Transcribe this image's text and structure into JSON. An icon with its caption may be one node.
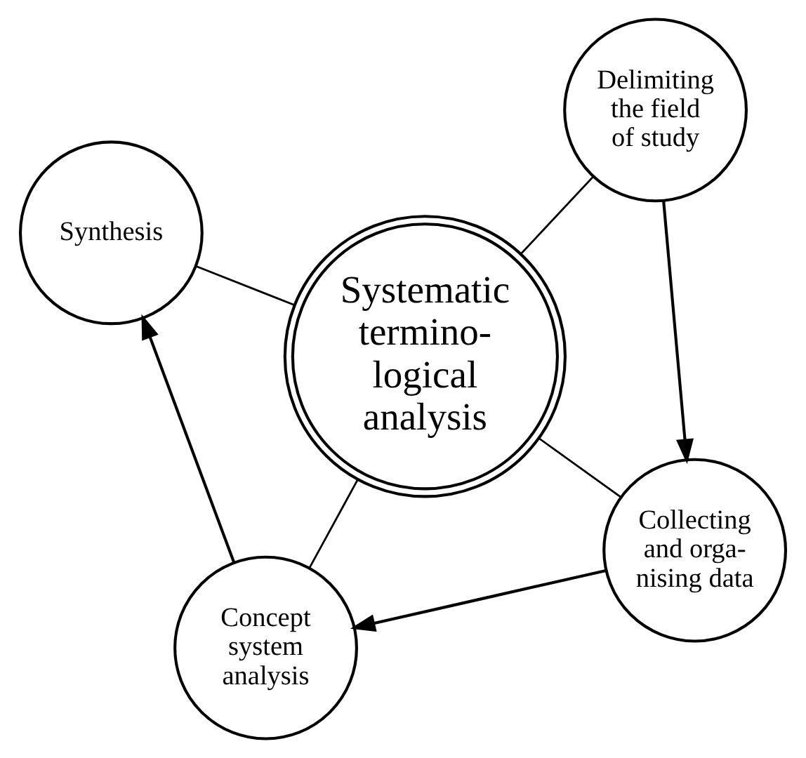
{
  "diagram": {
    "nodes": [
      {
        "text": [
          "Systematic termino- logical analysis"
        ]
      },
      {
        "text": [
          "Collecting and orga- nising data"
        ]
      },
      {
        "text": [
          "Concept system analysis"
        ]
      },
      {
        "text": [
          "Synthesis"
        ]
      },
      {
        "text": [
          "Delimiting the field of study"
        ]
      }
    ],
    "edges": [
      {
        "from": 0,
        "to": 1,
        "arrow": "none"
      },
      {
        "from": 0,
        "to": 2,
        "arrow": "none"
      },
      {
        "from": 0,
        "to": 3,
        "arrow": "none"
      },
      {
        "from": 0,
        "to": 4,
        "arrow": "none"
      },
      {
        "from": 4,
        "to": 1,
        "arrow": "to"
      },
      {
        "from": 1,
        "to": 2,
        "arrow": "to"
      },
      {
        "from": 2,
        "to": 3,
        "arrow": "to"
      }
    ]
  }
}
